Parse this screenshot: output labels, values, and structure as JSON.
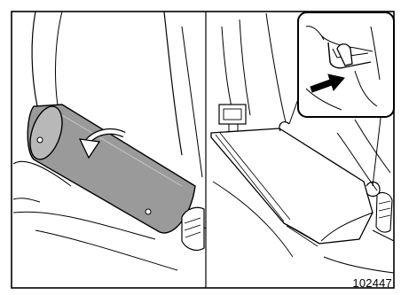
{
  "figure": {
    "id_label": "102447",
    "panels": [
      {
        "name": "left-panel",
        "arrow": "rotate-forward"
      },
      {
        "name": "right-panel",
        "arrow": "push-in",
        "callout": "detail-inset"
      }
    ],
    "colors": {
      "line": "#000000",
      "armrest_fill": "#9a9a9a",
      "background": "#ffffff"
    }
  }
}
